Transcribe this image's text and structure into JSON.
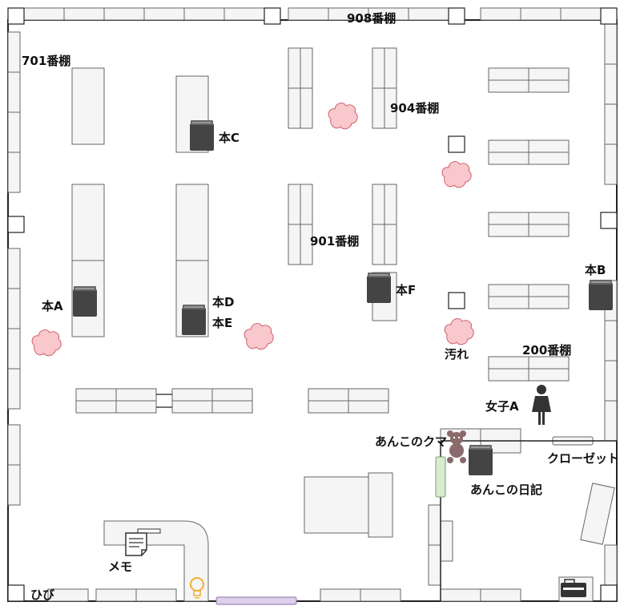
{
  "labels": {
    "shelf_908": "908番棚",
    "shelf_701": "701番棚",
    "shelf_904": "904番棚",
    "shelf_901": "901番棚",
    "shelf_200": "200番棚",
    "book_a": "本A",
    "book_b": "本B",
    "book_c": "本C",
    "book_d": "本D",
    "book_e": "本E",
    "book_f": "本F",
    "stain": "汚れ",
    "girl_a": "女子A",
    "bear": "あんこのクマ",
    "closet": "クローゼット",
    "diary": "あんこの日記",
    "memo": "メモ",
    "crack": "ひび"
  },
  "colors": {
    "wall": "#222222",
    "shelf_fill": "#f5f5f5",
    "shelf_stroke": "#666666",
    "book": "#444444",
    "stain_fill": "#f8c8cc",
    "stain_stroke": "#d06070",
    "door_green": "#d8ecd0",
    "door_purple": "#ddd0ea",
    "bear": "#8a6a6a",
    "bulb": "#f0b030"
  },
  "icons": [
    "book-icon",
    "stain-icon",
    "person-icon",
    "teddy-bear-icon",
    "memo-icon",
    "light-bulb-icon",
    "safe-icon"
  ]
}
